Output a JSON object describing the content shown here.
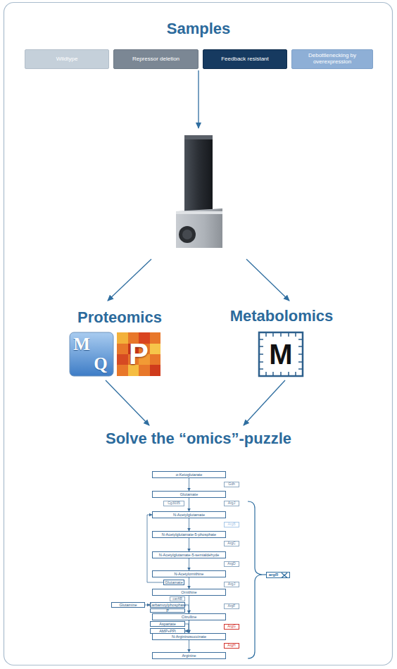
{
  "diagram": {
    "title": "Samples",
    "nodes": [
      {
        "text": [
          "Wildtype"
        ]
      },
      {
        "text": [
          "Repressor deletion"
        ]
      },
      {
        "text": [
          "Feedback resistant"
        ]
      },
      {
        "text": [
          "Debottlenecking by overexpression"
        ]
      },
      {
        "text": [
          "α-Ketoglutarate"
        ]
      },
      {
        "text": [
          "Gdh"
        ]
      },
      {
        "text": [
          "Glutamate"
        ]
      },
      {
        "text": [
          "Cg3035"
        ]
      },
      {
        "text": [
          "ArgJ"
        ]
      },
      {
        "text": [
          "N-Acetylglutamate"
        ]
      },
      {
        "text": [
          "ArgB"
        ]
      },
      {
        "text": [
          "N-Acetylglutamate-5-phosphate"
        ]
      },
      {
        "text": [
          "ArgC"
        ]
      },
      {
        "text": [
          "N-Acetylglutamate-5-semialdehyde"
        ]
      },
      {
        "text": [
          "ArgD"
        ]
      },
      {
        "text": [
          "N-Acetylornithine"
        ]
      },
      {
        "text": [
          "argR"
        ]
      },
      {
        "text": [
          "Glutamate"
        ]
      },
      {
        "text": [
          "ArgJ"
        ]
      },
      {
        "text": [
          "Ornithine"
        ]
      },
      {
        "text": [
          "carAB"
        ]
      },
      {
        "text": [
          "Glutamine"
        ]
      },
      {
        "text": [
          "Carbamoylphosphate"
        ]
      },
      {
        "text": [
          "ArgF"
        ]
      },
      {
        "text": [
          "P"
        ]
      },
      {
        "text": [
          "Citrulline"
        ]
      },
      {
        "text": [
          "Aspartate"
        ]
      },
      {
        "text": [
          "ArgG"
        ]
      },
      {
        "text": [
          "AMP+PPi"
        ]
      },
      {
        "text": [
          "N-Argininosuccinate"
        ]
      },
      {
        "text": [
          "ArgH"
        ]
      },
      {
        "text": [
          "Arginine"
        ]
      }
    ],
    "edges": [
      {
        "from": 4,
        "to": 6,
        "arrow": "to"
      },
      {
        "from": 6,
        "to": 9,
        "arrow": "to"
      },
      {
        "from": 9,
        "to": 11,
        "arrow": "to"
      },
      {
        "from": 11,
        "to": 13,
        "arrow": "to"
      },
      {
        "from": 13,
        "to": 15,
        "arrow": "to"
      },
      {
        "from": 15,
        "to": 19,
        "arrow": "to"
      },
      {
        "from": 19,
        "to": 25,
        "arrow": "to"
      },
      {
        "from": 25,
        "to": 29,
        "arrow": "to"
      },
      {
        "from": 29,
        "to": 31,
        "arrow": "to"
      },
      {
        "from": 17,
        "to": 9,
        "arrow": "to"
      },
      {
        "from": 21,
        "to": 22,
        "arrow": "to"
      },
      {
        "from": 22,
        "to": 25,
        "arrow": "to"
      },
      {
        "from": 26,
        "to": 29,
        "arrow": "to"
      },
      {
        "from": 25,
        "to": 28,
        "arrow": "to"
      }
    ],
    "labels": [
      "Proteomics",
      "Metabolomics",
      "Solve the “omics”-puzzle",
      "M",
      "Q",
      "P",
      "M"
    ]
  }
}
